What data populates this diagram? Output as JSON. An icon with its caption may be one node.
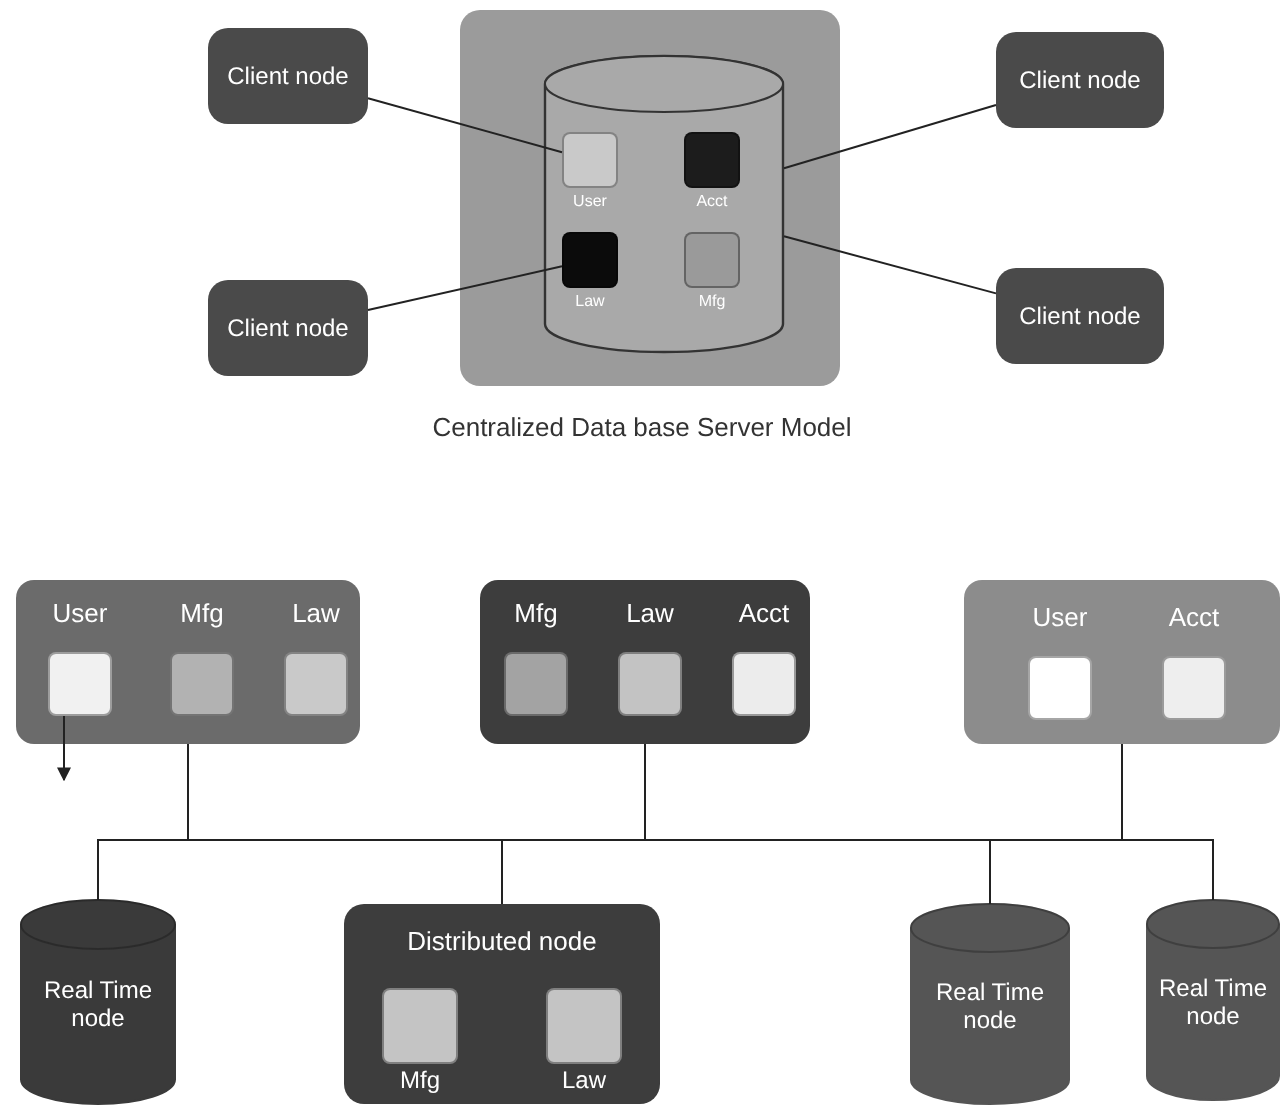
{
  "diagram": {
    "nodes": [
      {
        "text": [],
        "shape": "box"
      },
      {
        "text": [],
        "shape": "cylinder",
        "in": 0
      },
      {
        "text": [
          "User"
        ],
        "in": 1
      },
      {
        "text": [
          "Acct"
        ],
        "in": 1
      },
      {
        "text": [
          "Law"
        ],
        "in": 1
      },
      {
        "text": [
          "Mfg"
        ],
        "in": 1
      },
      {
        "text": [
          "Client node"
        ]
      },
      {
        "text": [
          "Client node"
        ]
      },
      {
        "text": [
          "Client node"
        ]
      },
      {
        "text": [
          "Client node"
        ]
      },
      {
        "text": [],
        "shape": "box"
      },
      {
        "text": [
          "User"
        ],
        "in": 10
      },
      {
        "text": [
          "Mfg"
        ],
        "in": 10
      },
      {
        "text": [
          "Law"
        ],
        "in": 10
      },
      {
        "text": [],
        "shape": "box"
      },
      {
        "text": [
          "Mfg"
        ],
        "in": 14
      },
      {
        "text": [
          "Law"
        ],
        "in": 14
      },
      {
        "text": [
          "Acct"
        ],
        "in": 14
      },
      {
        "text": [],
        "shape": "box"
      },
      {
        "text": [
          "User"
        ],
        "in": 18
      },
      {
        "text": [
          "Acct"
        ],
        "in": 18
      },
      {
        "text": [
          "Real Time node"
        ]
      },
      {
        "text": [
          "Distributed node"
        ]
      },
      {
        "text": [
          "Mfg"
        ],
        "in": 22
      },
      {
        "text": [
          "Law"
        ],
        "in": 22
      },
      {
        "text": [
          "Real Time node"
        ]
      },
      {
        "text": [
          "Real Time node"
        ]
      }
    ],
    "edges": [
      {
        "from": 6,
        "to": 2,
        "arrow": "none"
      },
      {
        "from": 7,
        "to": 4,
        "arrow": "none"
      },
      {
        "from": 8,
        "to": 1,
        "arrow": "none"
      },
      {
        "from": 9,
        "to": 1,
        "arrow": "none"
      },
      {
        "from": 11,
        "to": null,
        "arrow": "to"
      },
      {
        "from": 10,
        "to": 21,
        "arrow": "none"
      },
      {
        "from": 10,
        "to": 22,
        "arrow": "none"
      },
      {
        "from": 10,
        "to": 25,
        "arrow": "none"
      },
      {
        "from": 10,
        "to": 26,
        "arrow": "none"
      },
      {
        "from": 14,
        "to": 21,
        "arrow": "none"
      },
      {
        "from": 14,
        "to": 22,
        "arrow": "none"
      },
      {
        "from": 14,
        "to": 25,
        "arrow": "none"
      },
      {
        "from": 14,
        "to": 26,
        "arrow": "none"
      },
      {
        "from": 18,
        "to": 21,
        "arrow": "none"
      },
      {
        "from": 18,
        "to": 22,
        "arrow": "none"
      },
      {
        "from": 18,
        "to": 25,
        "arrow": "none"
      },
      {
        "from": 18,
        "to": 26,
        "arrow": "none"
      }
    ],
    "labels": [
      "Centralized Data base Server Model"
    ]
  }
}
